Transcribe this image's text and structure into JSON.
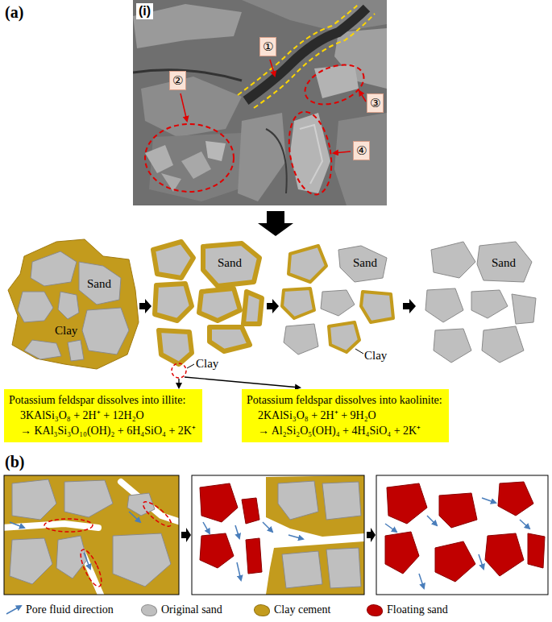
{
  "diagram": {
    "nodes": [
      {
        "text": [
          "Potassium feldspar dissolves into illite:",
          "3KAlSi₃O₈ + 2H⁺ + 12H₂O",
          "→ KAl₃Si₃O₁₀(OH)₂ + 6H₄SiO₄ + 2K⁺"
        ]
      },
      {
        "text": [
          "Potassium feldspar dissolves into kaolinite:",
          "2KAlSi₃O₈ + 2H⁺ + 9H₂O",
          "→ Al₂Si₂O₅(OH)₄ + 4H₄SiO₄ + 2K⁺"
        ]
      }
    ],
    "labels": [
      "(a)",
      "(i)",
      "①",
      "②",
      "③",
      "④",
      "Sand",
      "Clay",
      "Sand",
      "Clay",
      "Sand",
      "Clay",
      "Sand",
      "(b)"
    ],
    "legend": [
      {
        "text": "Pore fluid direction"
      },
      {
        "text": "Original sand",
        "color": "#bfbfbf"
      },
      {
        "text": "Clay cement",
        "color": "#c39b1d"
      },
      {
        "text": "Floating sand",
        "color": "#c00000"
      }
    ]
  }
}
